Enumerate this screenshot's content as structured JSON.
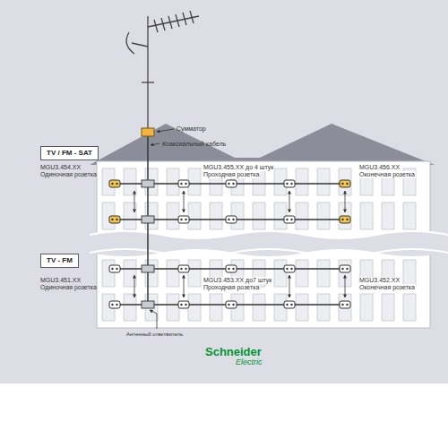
{
  "diagram": {
    "nodes": [
      {
        "text": [
          "TV / FM - SAT"
        ]
      },
      {
        "text": [
          "TV - FM"
        ]
      }
    ],
    "labels": [
      "Сумматор",
      "Коаксиальный кабель",
      "MGU3.454.XX",
      "Одиночная розетка",
      "MGU3.455.XX до 4 штук",
      "Проходная розетка",
      "MGU3.456.XX",
      "Оконечная розетка",
      "MGU3.451.XX",
      "Одиночная розетка",
      "MGU3.453.XX до7 штук",
      "Проходная розетка",
      "MGU3.452.XX",
      "Оконечная розетка",
      "Антенный ответвитель",
      "Schneider",
      "Electric"
    ]
  }
}
